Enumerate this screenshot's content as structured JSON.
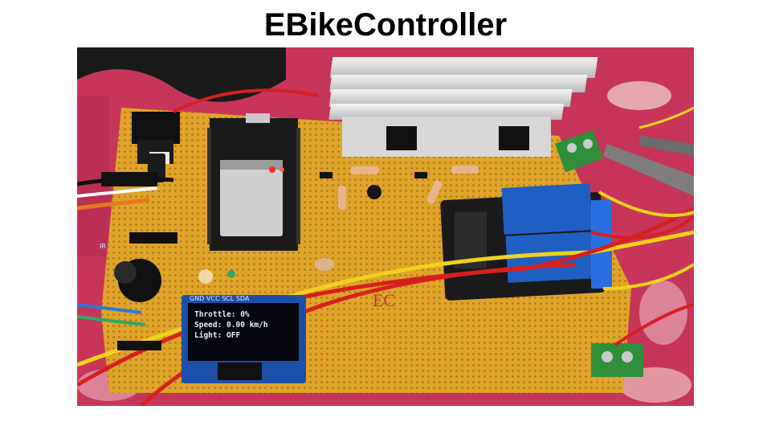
{
  "title": "EBikeController",
  "oled": {
    "line1": "Throttle: 0%",
    "line2": "Speed: 0.00 km/h",
    "line3": "Light: OFF",
    "pins": "GND VCC SCL SDA"
  },
  "board_mark": "EC",
  "ir_label": "IR",
  "colors": {
    "pcb": "#e0a42a",
    "cloth": "#c7355a",
    "relay_blue": "#1f5fc4",
    "terminal_green": "#2f8f3a",
    "wire_red": "#d6201f",
    "wire_yellow": "#f0d21e"
  }
}
